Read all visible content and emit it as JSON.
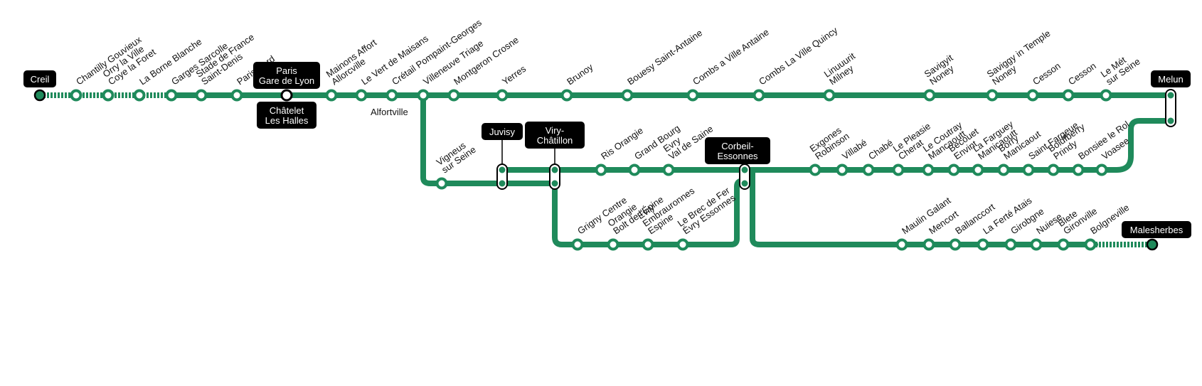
{
  "colors": {
    "line": "#1f8a5b",
    "hub_bg": "#000000",
    "hub_text": "#ffffff",
    "station_fill": "#ffffff",
    "background": "#ffffff"
  },
  "terminals": {
    "creil": "Creil",
    "melun": "Melun",
    "malesherbes": "Malesherbes"
  },
  "hubs": {
    "paris_gdl": [
      "Paris",
      "Gare de Lyon"
    ],
    "chatelet": [
      "Châtelet",
      "Les Halles"
    ],
    "juvisy": [
      "Juvisy"
    ],
    "viry": [
      "Viry-",
      "Châtillon"
    ],
    "corbeil": [
      "Corbeil-",
      "Essonnes"
    ]
  },
  "labels": {
    "alfortville": "Alfortville"
  },
  "main_line": [
    [
      "Chantilly Gouvieux"
    ],
    [
      "Orry la Ville",
      "Coye la Foret"
    ],
    [
      "La Borne Blanche"
    ],
    [
      "Garges Sarcolle"
    ],
    [
      "Stade de France",
      "Saint-Denis"
    ],
    [
      "Paris Nord"
    ],
    [
      "Mainons Affort",
      "Allorcville"
    ],
    [
      "Le Vert de Maisans"
    ],
    [
      "Crétail Pompaint-Georges"
    ],
    [
      "Villeneuve Triage"
    ],
    [
      "Montgeron Crosne"
    ],
    [
      "Yerres"
    ],
    [
      "Brunoy"
    ],
    [
      "Bouesy Saint-Antaine"
    ],
    [
      "Combs a Ville Antaine"
    ],
    [
      "Combs La Ville Quincy"
    ],
    [
      "Linuuurit",
      "Milney"
    ],
    [
      "Savigyit",
      "Noney"
    ],
    [
      "Saviggy in Temple",
      "Noney"
    ],
    [
      "Cesson"
    ],
    [
      "Cesson"
    ],
    [
      "Le Mét",
      "sur Seine"
    ]
  ],
  "middle_branch": [
    [
      "Vigneus",
      "sur Seine"
    ],
    [
      "Ris Orangie"
    ],
    [
      "Grand Bourg"
    ],
    [
      "Evry",
      "Val de Saine"
    ],
    [
      "Exgones",
      "Robinson"
    ],
    [
      "Villabé"
    ],
    [
      "Chabé"
    ],
    [
      "Le Pleasie",
      "Cherat"
    ],
    [
      "Le Coutray",
      "Mancaoutt"
    ],
    [
      "Becouet",
      "Envint"
    ],
    [
      "La Farguey",
      "Manicaoutt"
    ],
    [
      "Borry",
      "Manicaout"
    ],
    [
      "Saint Fargeue"
    ],
    [
      "Boidfberry",
      "Prindy"
    ],
    [
      "Bonsiee le Rol"
    ],
    [
      "Voasee"
    ]
  ],
  "lower_loop": [
    [
      "Grigny Centre"
    ],
    [
      "Orangie",
      "Bolt de l'Épine"
    ],
    [
      "Evry",
      "Embrauronnes",
      "Espine"
    ],
    [
      "Le Brec de Fer",
      "Évry Essonnes"
    ]
  ],
  "lower_branch": [
    [
      "Maulin Galant"
    ],
    [
      "Mencort"
    ],
    [
      "Ballanccort"
    ],
    [
      "La Ferté Atais"
    ],
    [
      "Girobgne"
    ],
    [
      "Nuiese"
    ],
    [
      "Blete",
      "Gironville"
    ],
    [
      "Bolgneville"
    ]
  ]
}
